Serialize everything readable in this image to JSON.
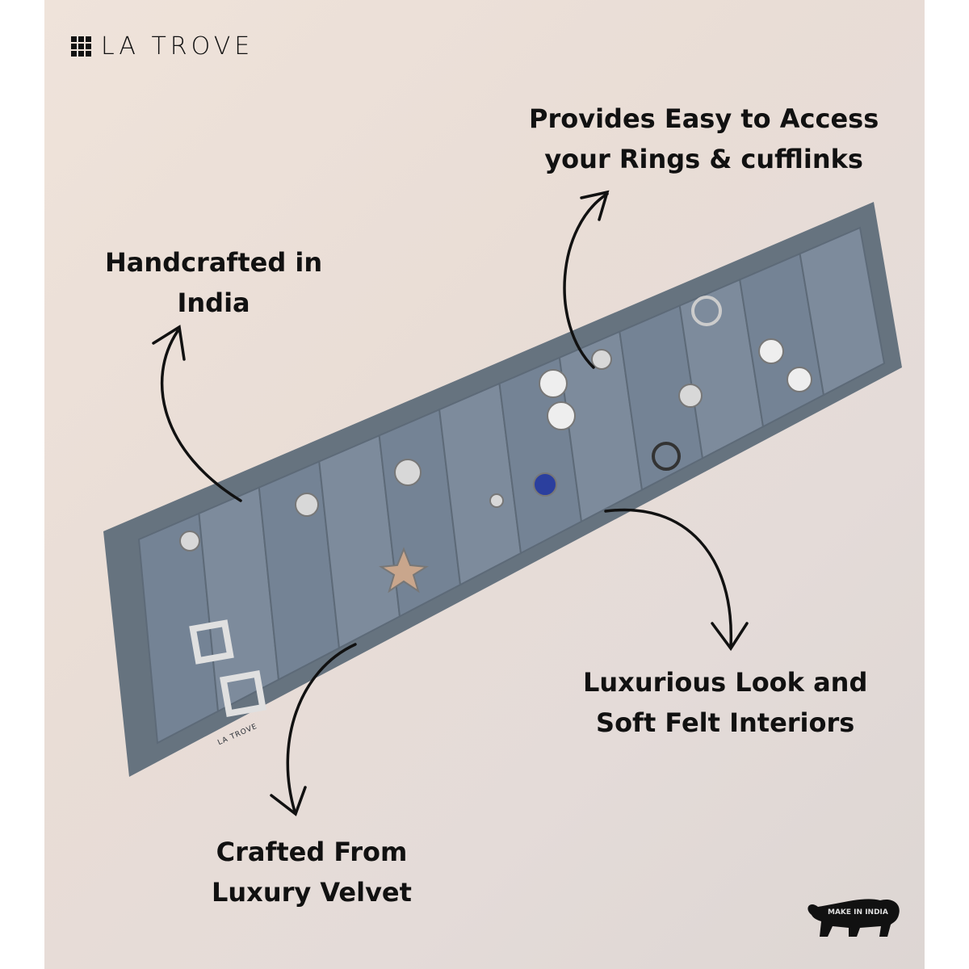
{
  "brand": {
    "name": "LA TROVE",
    "tray_stamp": "LA TROVE"
  },
  "captions": {
    "access": [
      "Provides Easy  to Access",
      "your Rings & cufflinks"
    ],
    "handcrafted": [
      "Handcrafted in",
      "India"
    ],
    "luxurious": [
      "Luxurious Look and",
      "Soft Felt Interiors"
    ],
    "velvet": [
      "Crafted From",
      "Luxury Velvet"
    ]
  },
  "badge": {
    "text": "MAKE IN INDIA",
    "icon": "lion-icon"
  },
  "colors": {
    "background": "#ebe0d9",
    "tray": "#6c7a8a",
    "tray_floor": "#7a889a",
    "text": "#111111"
  }
}
